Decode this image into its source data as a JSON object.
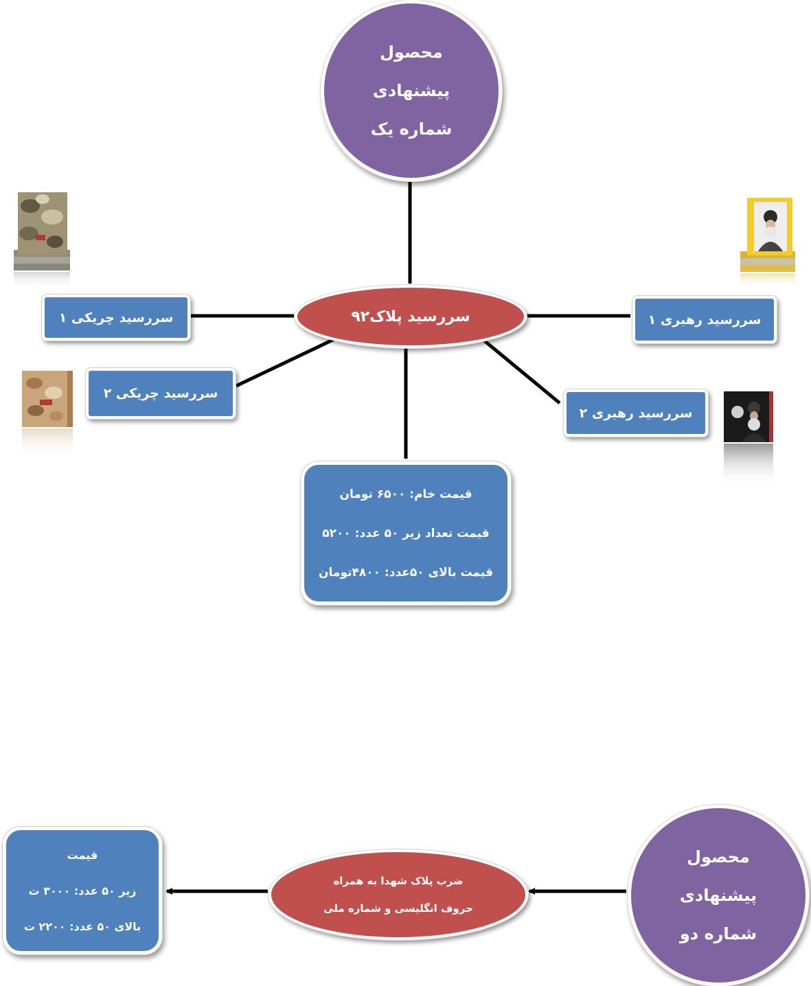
{
  "proposal_one": {
    "title_lines": [
      "محصول",
      "پیشنهادی",
      "شماره یک"
    ],
    "center": "سررسید پلاک۹۲",
    "left_1": "سررسید چریکی ۱",
    "left_2": "سررسید چریکی ۲",
    "right_1": "سررسید رهبری ۱",
    "right_2": "سررسید رهبری ۲",
    "price_lines": [
      "قیمت خام: ۶۵۰۰ تومان",
      "قیمت تعداد زیر ۵۰ عدد: ۵۲۰۰",
      "قیمت بالای ۵۰عدد: ۴۸۰۰تومان"
    ]
  },
  "proposal_two": {
    "title_lines": [
      "محصول",
      "پیشنهادی",
      "شماره دو"
    ],
    "center_lines": [
      "ضرب پلاک شهدا به همراه",
      "حروف انگلیسی و شماره ملی"
    ],
    "price_lines": [
      "قیمت",
      "زیر ۵۰ عدد: ۳۰۰۰ ت",
      "بالای ۵۰ عدد: ۲۲۰۰ ت"
    ]
  },
  "colors": {
    "purple": "#8064a2",
    "red": "#c0504d",
    "blue": "#4f81bd",
    "connector": "#000000"
  },
  "icons": [
    "camouflage-notebook-stack-icon",
    "camouflage-notebook-icon",
    "leader-notebook-stack-icon",
    "leader-notebook-icon"
  ]
}
